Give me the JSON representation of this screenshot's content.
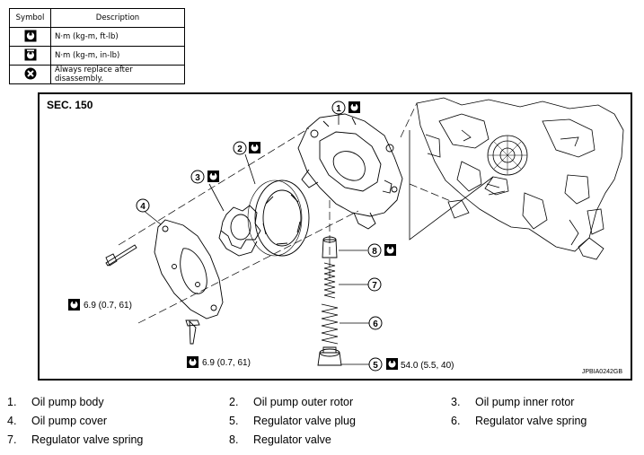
{
  "legend": {
    "header_symbol": "Symbol",
    "header_description": "Description",
    "rows": [
      {
        "icon": "torque-wrench-icon",
        "description": "N·m (kg-m, ft-lb)"
      },
      {
        "icon": "torque-wrench-small-icon",
        "description": "N·m (kg-m, in-lb)"
      },
      {
        "icon": "always-replace-icon",
        "description": "Always replace after disassembly."
      }
    ]
  },
  "diagram": {
    "section": "SEC. 150",
    "figure_id": "JPBIA0242GB",
    "callouts": [
      "1",
      "2",
      "3",
      "4",
      "5",
      "6",
      "7",
      "8"
    ],
    "torques": {
      "bolt_upper": "6.9 (0.7, 61)",
      "bolt_lower": "6.9 (0.7, 61)",
      "plug": "54.0 (5.5, 40)"
    }
  },
  "parts": [
    {
      "num": "1.",
      "name": "Oil pump body"
    },
    {
      "num": "2.",
      "name": "Oil pump outer rotor"
    },
    {
      "num": "3.",
      "name": "Oil pump inner rotor"
    },
    {
      "num": "4.",
      "name": "Oil pump cover"
    },
    {
      "num": "5.",
      "name": "Regulator valve plug"
    },
    {
      "num": "6.",
      "name": "Regulator valve spring"
    },
    {
      "num": "7.",
      "name": "Regulator valve spring"
    },
    {
      "num": "8.",
      "name": "Regulator valve"
    }
  ]
}
